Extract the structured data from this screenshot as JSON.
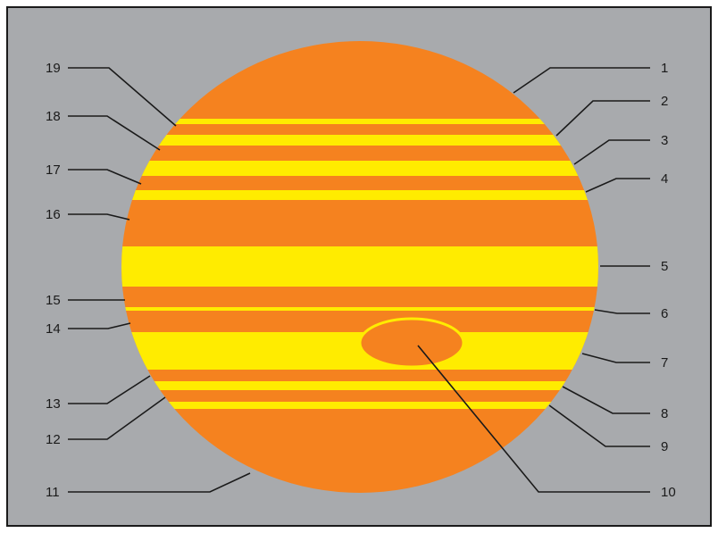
{
  "diagram": {
    "background_color": "#a8aaad",
    "border_color": "#1a1a1a",
    "planet_orange": "#f5821f",
    "band_yellow": "#ffec00",
    "leader_color": "#1a1a1a",
    "labels": [
      "1",
      "2",
      "3",
      "4",
      "5",
      "6",
      "7",
      "8",
      "9",
      "10",
      "11",
      "12",
      "13",
      "14",
      "15",
      "16",
      "17",
      "18",
      "19"
    ]
  }
}
